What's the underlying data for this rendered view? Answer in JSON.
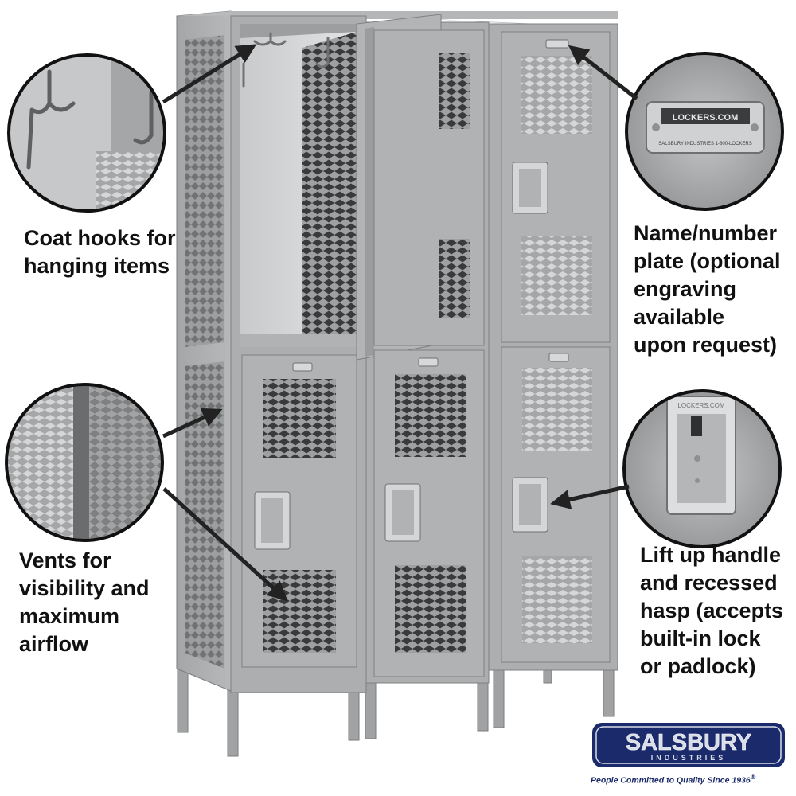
{
  "callouts": {
    "coat_hooks": {
      "lines": [
        "Coat hooks for",
        "hanging items"
      ]
    },
    "name_plate": {
      "lines": [
        "Name/number",
        "plate (optional",
        "engraving",
        "available",
        "upon request)"
      ],
      "plate_text": "LOCKERS.COM",
      "plate_subtext": "SALSBURY INDUSTRIES    1-800-LOCKERS"
    },
    "vents": {
      "lines": [
        "Vents for",
        "visibility and",
        "maximum",
        "airflow"
      ]
    },
    "handle": {
      "lines": [
        "Lift up handle",
        "and recessed",
        "hasp (accepts",
        "built-in lock",
        "or padlock)"
      ],
      "plate_text": "LOCKERS.COM"
    }
  },
  "brand": {
    "name": "SALSBURY",
    "subtitle": "INDUSTRIES",
    "tagline": "People Committed to Quality Since 1936",
    "trademark": "®",
    "colors": {
      "navy": "#1a2a6a",
      "logo_fill": "#d9dde8"
    }
  },
  "product": {
    "color": "#a9abad",
    "description_icons": [
      "locker-icon",
      "hook-icon",
      "vent-icon",
      "handle-icon",
      "name-plate-icon"
    ]
  }
}
